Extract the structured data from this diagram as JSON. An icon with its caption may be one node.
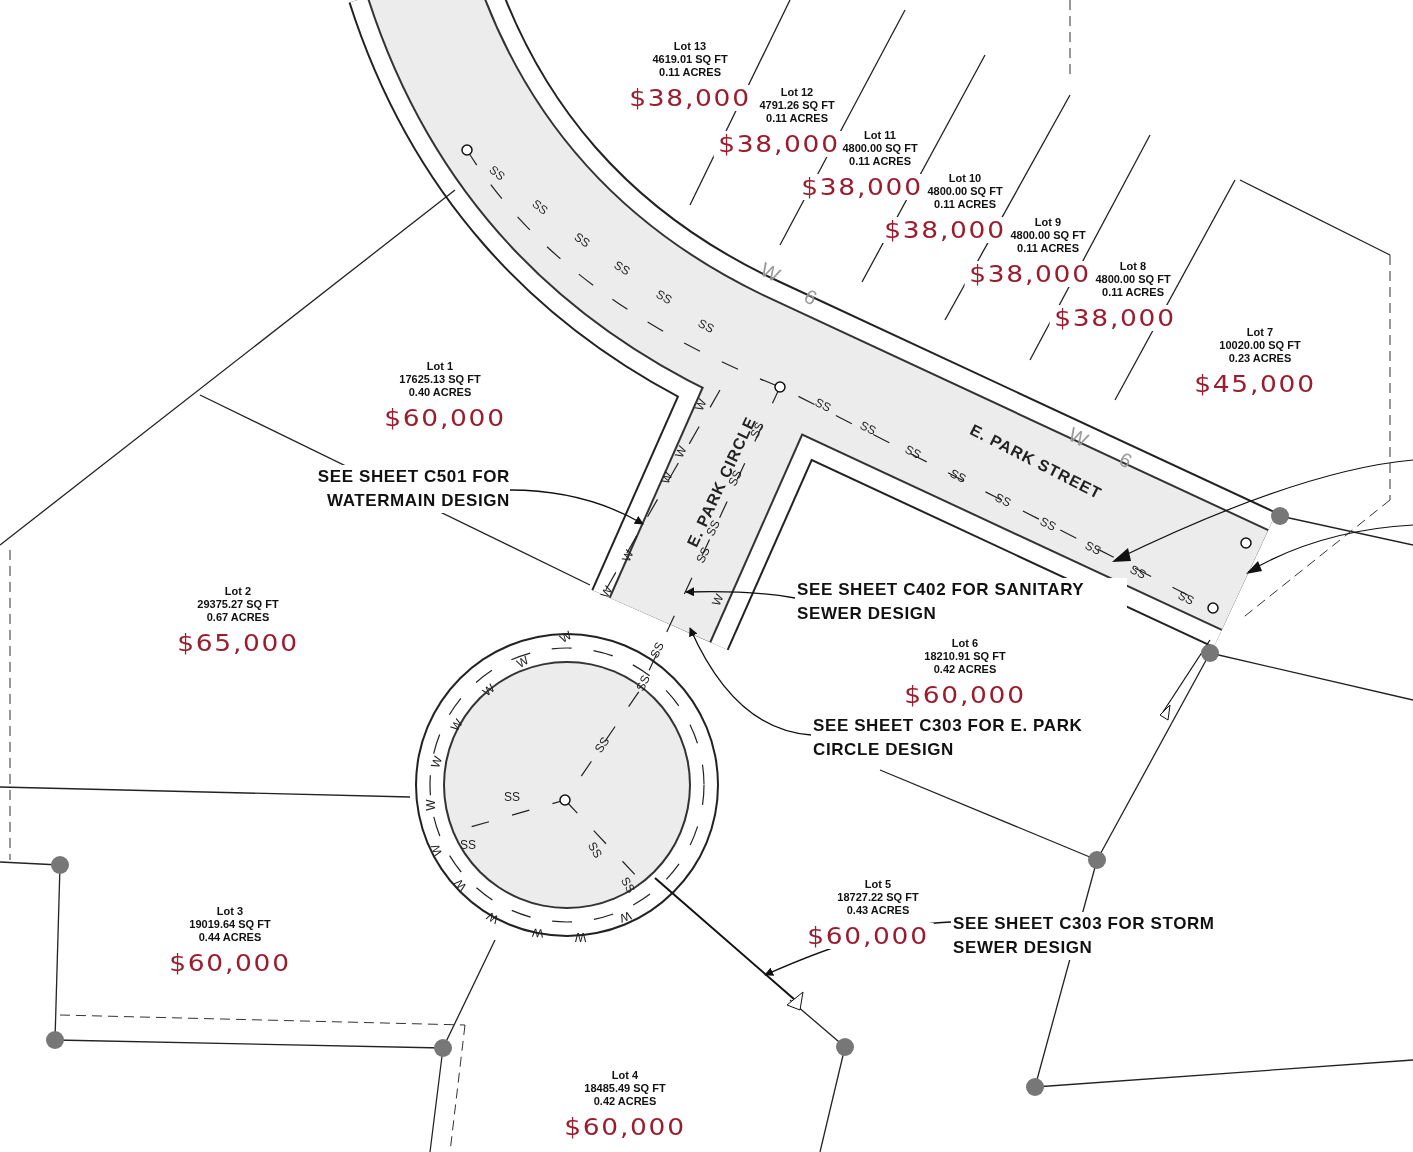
{
  "diagram": {
    "nodes": [
      {
        "text": [
          "Lot 13",
          "4619.01 SQ FT",
          "0.11 ACRES",
          "$38,000"
        ]
      },
      {
        "text": [
          "Lot 12",
          "4791.26 SQ FT",
          "0.11 ACRES",
          "$38,000"
        ]
      },
      {
        "text": [
          "Lot 11",
          "4800.00 SQ FT",
          "0.11 ACRES",
          "$38,000"
        ]
      },
      {
        "text": [
          "Lot 10",
          "4800.00 SQ FT",
          "0.11 ACRES",
          "$38,000"
        ]
      },
      {
        "text": [
          "Lot 9",
          "4800.00 SQ FT",
          "0.11 ACRES",
          "$38,000"
        ]
      },
      {
        "text": [
          "Lot 8",
          "4800.00 SQ FT",
          "0.11 ACRES",
          "$38,000"
        ]
      },
      {
        "text": [
          "Lot 7",
          "10020.00 SQ FT",
          "0.23 ACRES",
          "$45,000"
        ]
      },
      {
        "text": [
          "Lot 1",
          "17625.13 SQ FT",
          "0.40 ACRES",
          "$60,000"
        ]
      },
      {
        "text": [
          "SEE SHEET C501 FOR WATERMAIN DESIGN"
        ]
      },
      {
        "text": [
          "SEE SHEET C402 FOR SANITARY SEWER DESIGN"
        ]
      },
      {
        "text": [
          "Lot 2",
          "29375.27 SQ FT",
          "0.67 ACRES",
          "$65,000"
        ]
      },
      {
        "text": [
          "Lot 6",
          "18210.91 SQ FT",
          "0.42 ACRES",
          "$60,000"
        ]
      },
      {
        "text": [
          "SEE SHEET C303 FOR E. PARK CIRCLE DESIGN"
        ]
      },
      {
        "text": [
          "Lot 5",
          "18727.22 SQ FT",
          "0.43 ACRES",
          "$60,000"
        ]
      },
      {
        "text": [
          "SEE SHEET C303 FOR STORM SEWER DESIGN"
        ]
      },
      {
        "text": [
          "Lot 3",
          "19019.64 SQ FT",
          "0.44 ACRES",
          "$60,000"
        ]
      },
      {
        "text": [
          "Lot 4",
          "18485.49 SQ FT",
          "0.42 ACRES",
          "$60,000"
        ]
      }
    ],
    "edges": [
      {
        "from": 8,
        "to": null,
        "arrow": "to"
      },
      {
        "from": 9,
        "to": null,
        "arrow": "to"
      },
      {
        "from": 12,
        "to": null,
        "arrow": "to"
      },
      {
        "from": 14,
        "to": null,
        "arrow": "to"
      }
    ],
    "labels": [
      "E. PARK STREET",
      "E. PARK CIRCLE",
      "W",
      "6",
      "W",
      "6",
      "SS",
      "SS",
      "SS",
      "SS",
      "SS",
      "SS",
      "SS",
      "SS",
      "SS",
      "SS",
      "SS",
      "SS",
      "SS",
      "SS",
      "SS",
      "SS",
      "SS",
      "SS",
      "SS",
      "SS",
      "SS",
      "SS",
      "SS",
      "SS",
      "SS",
      "SS",
      "W",
      "W",
      "W",
      "W",
      "W",
      "W",
      "W",
      "W",
      "W",
      "W",
      "W",
      "W",
      "W",
      "W",
      "W",
      "W",
      "W",
      "W"
    ]
  }
}
